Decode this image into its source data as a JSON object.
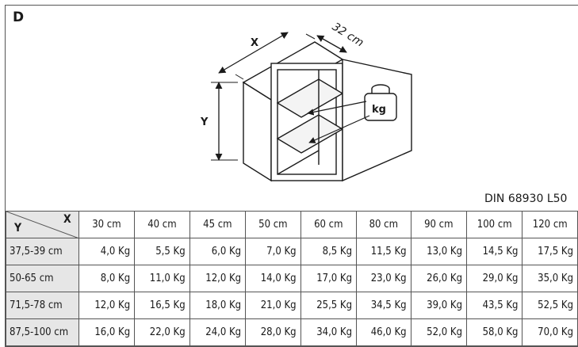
{
  "section_letter": "D",
  "figure": {
    "label_x": "X",
    "label_y": "Y",
    "label_depth": "32 cm",
    "weight_label": "kg"
  },
  "standard": "DIN 68930   L50",
  "table": {
    "corner_x": "X",
    "corner_y": "Y",
    "columns": [
      "30 cm",
      "40 cm",
      "45 cm",
      "50 cm",
      "60 cm",
      "80 cm",
      "90 cm",
      "100 cm",
      "120 cm"
    ],
    "rows": [
      {
        "height": "37,5-39 cm",
        "values": [
          "4,0 Kg",
          "5,5 Kg",
          "6,0 Kg",
          "7,0 Kg",
          "8,5 Kg",
          "11,5 Kg",
          "13,0 Kg",
          "14,5 Kg",
          "17,5 Kg"
        ]
      },
      {
        "height": "50-65 cm",
        "values": [
          "8,0 Kg",
          "11,0 Kg",
          "12,0 Kg",
          "14,0 Kg",
          "17,0 Kg",
          "23,0 Kg",
          "26,0 Kg",
          "29,0 Kg",
          "35,0 Kg"
        ]
      },
      {
        "height": "71,5-78 cm",
        "values": [
          "12,0 Kg",
          "16,5 Kg",
          "18,0 Kg",
          "21,0 Kg",
          "25,5 Kg",
          "34,5 Kg",
          "39,0 Kg",
          "43,5 Kg",
          "52,5 Kg"
        ]
      },
      {
        "height": "87,5-100 cm",
        "values": [
          "16,0 Kg",
          "22,0 Kg",
          "24,0 Kg",
          "28,0 Kg",
          "34,0 Kg",
          "46,0 Kg",
          "52,0 Kg",
          "58,0 Kg",
          "70,0 Kg"
        ]
      }
    ]
  }
}
